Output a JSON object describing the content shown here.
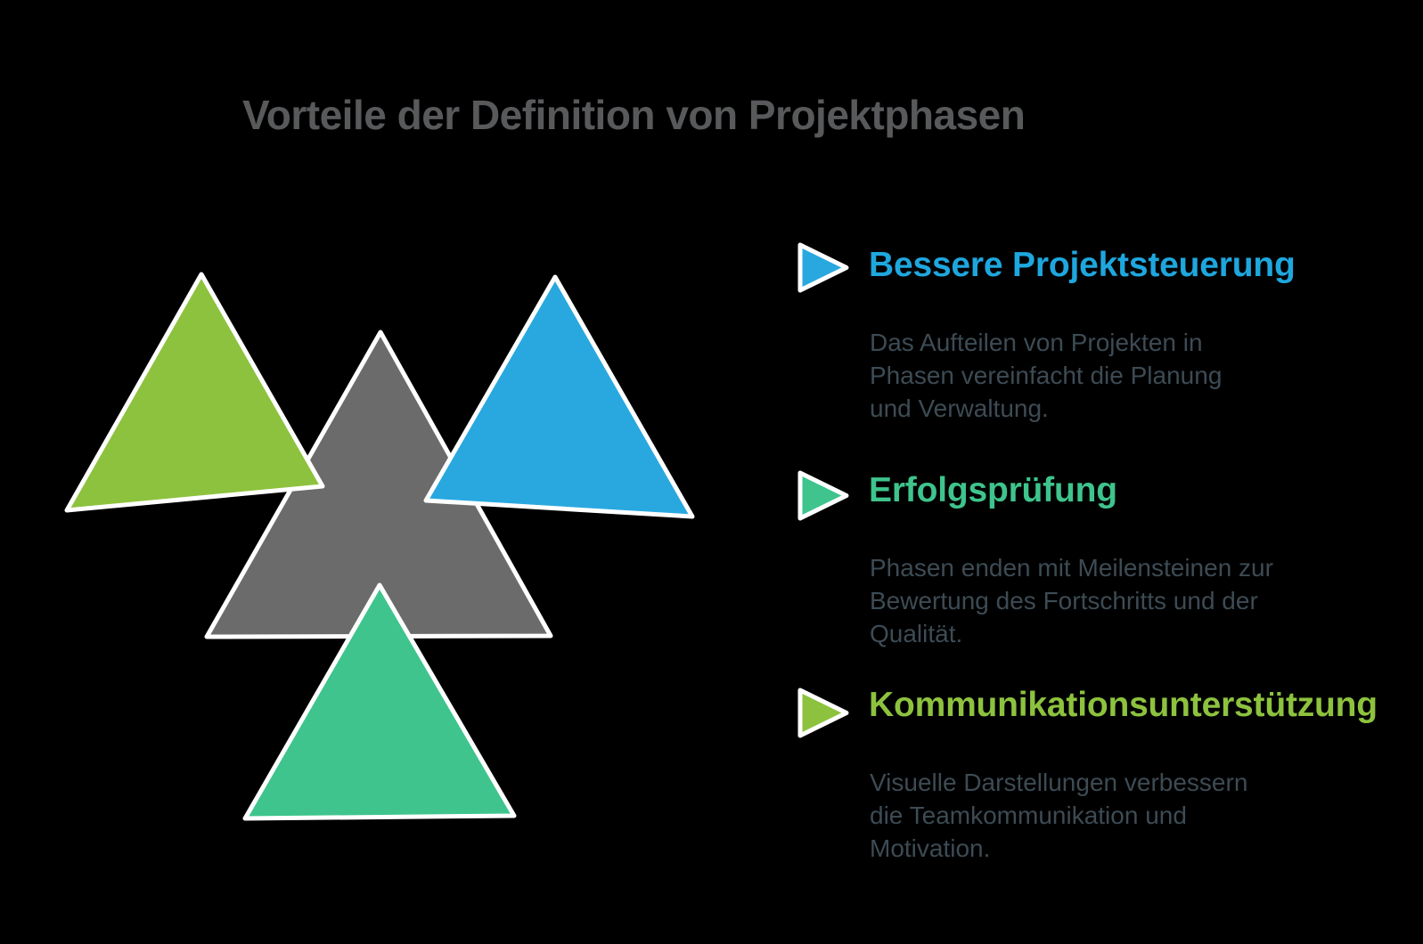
{
  "title": "Vorteile der Definition von Projektphasen",
  "colors": {
    "background": "#000000",
    "title_text": "#58595b",
    "body_text": "#3d4b54",
    "triangle_outline": "#ffffff",
    "blue": "#1ea7de",
    "green": "#3ec48c",
    "lime": "#8dc23e",
    "gray": "#6b6b6b"
  },
  "diagram": {
    "triangles": [
      {
        "name": "gray-center-triangle",
        "color": "#6b6b6b"
      },
      {
        "name": "lime-top-left-triangle",
        "color": "#8dc23e"
      },
      {
        "name": "blue-top-right-triangle",
        "color": "#29a8e0"
      },
      {
        "name": "green-bottom-triangle",
        "color": "#3ec48c"
      }
    ]
  },
  "sections": [
    {
      "heading": "Bessere Projektsteuerung",
      "heading_color": "#1ea7de",
      "arrow_color": "#29a8e0",
      "body": "Das Aufteilen von Projekten in\nPhasen vereinfacht die Planung\nund Verwaltung."
    },
    {
      "heading": "Erfolgsprüfung",
      "heading_color": "#3ec48c",
      "arrow_color": "#3ec48c",
      "body": "Phasen enden mit Meilensteinen zur\nBewertung des Fortschritts und der\nQualität."
    },
    {
      "heading": "Kommunikationsunterstützung",
      "heading_color": "#8dc23e",
      "arrow_color": "#8dc23e",
      "body": "Visuelle Darstellungen verbessern\ndie Teamkommunikation und\nMotivation."
    }
  ]
}
